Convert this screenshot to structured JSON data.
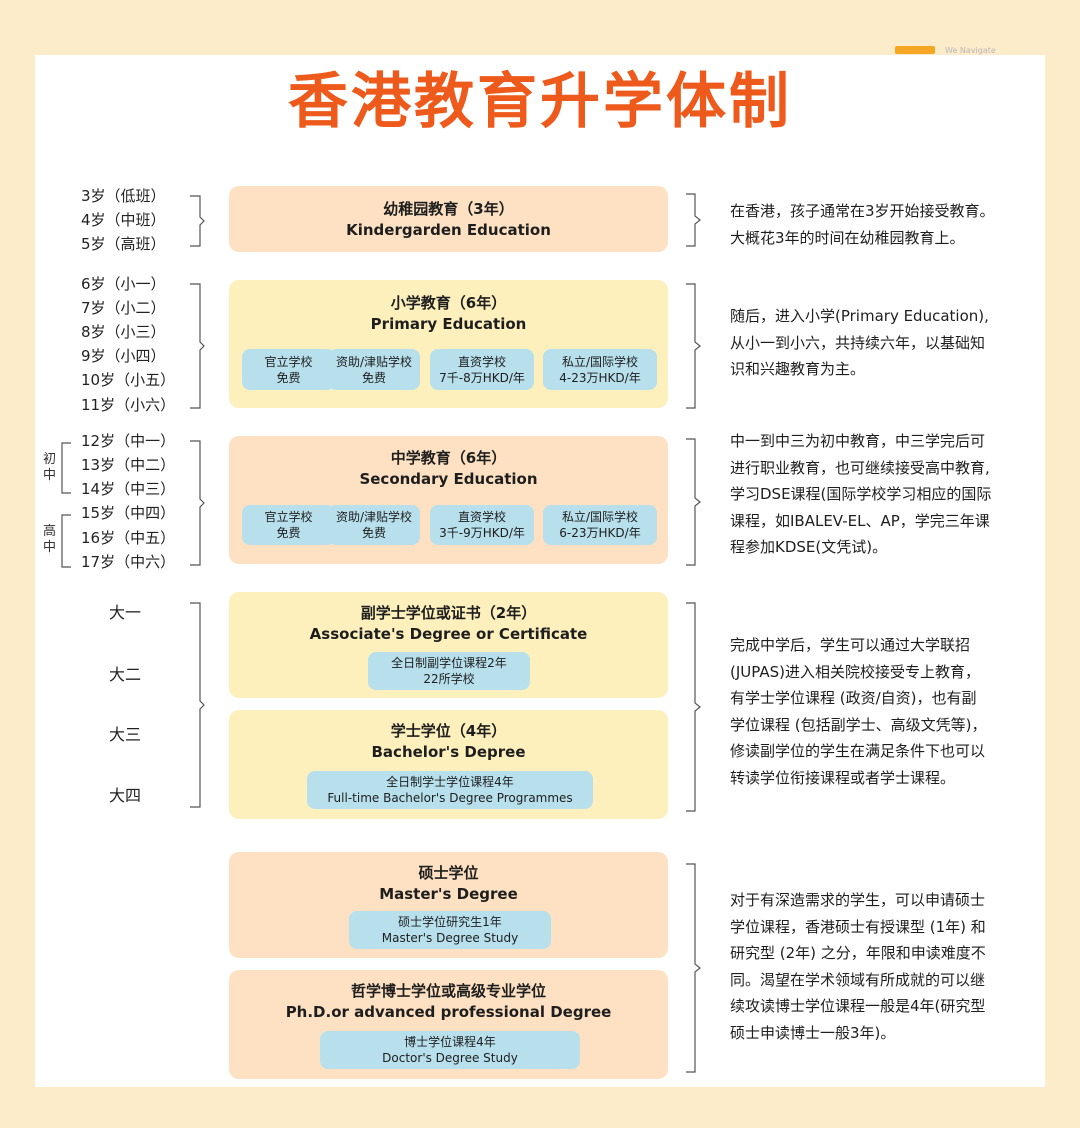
{
  "title": "香港教育升学体制",
  "brand": {
    "tagline": "We Navigate"
  },
  "side_labels": {
    "junior": "初中",
    "senior": "高中"
  },
  "ages": {
    "kindergarten": [
      "3岁（低班）",
      "4岁（中班）",
      "5岁（高班）"
    ],
    "primary": [
      "6岁（小一）",
      "7岁（小二）",
      "8岁（小三）",
      "9岁（小四）",
      "10岁（小五）",
      "11岁（小六）"
    ],
    "secondary": [
      "12岁（中一）",
      "13岁（中二）",
      "14岁（中三）",
      "15岁（中四）",
      "16岁（中五）",
      "17岁（中六）"
    ],
    "university": [
      "大一",
      "大二",
      "大三",
      "大四"
    ]
  },
  "stages": {
    "kindergarten": {
      "cn": "幼稚园教育（3年）",
      "en": "Kindergarden Education"
    },
    "primary": {
      "cn": "小学教育（6年）",
      "en": "Primary Education",
      "chips": [
        {
          "l1": "官立学校",
          "l2": "免费"
        },
        {
          "l1": "资助/津贴学校",
          "l2": "免费"
        },
        {
          "l1": "直资学校",
          "l2": "7千-8万HKD/年"
        },
        {
          "l1": "私立/国际学校",
          "l2": "4-23万HKD/年"
        }
      ]
    },
    "secondary": {
      "cn": "中学教育（6年）",
      "en": "Secondary Education",
      "chips": [
        {
          "l1": "官立学校",
          "l2": "免费"
        },
        {
          "l1": "资助/津贴学校",
          "l2": "免费"
        },
        {
          "l1": "直资学校",
          "l2": "3千-9万HKD/年"
        },
        {
          "l1": "私立/国际学校",
          "l2": "6-23万HKD/年"
        }
      ]
    },
    "associate": {
      "cn": "副学士学位或证书（2年）",
      "en": "Associate's Degree or Certificate",
      "chip": {
        "l1": "全日制副学位课程2年",
        "l2": "22所学校"
      }
    },
    "bachelor": {
      "cn": "学士学位（4年）",
      "en": "Bachelor's Depree",
      "chip": {
        "l1": "全日制学士学位课程4年",
        "l2": "Full-time Bachelor's Degree Programmes"
      }
    },
    "master": {
      "cn": "硕士学位",
      "en": "Master's Degree",
      "chip": {
        "l1": "硕士学位研究生1年",
        "l2": "Master's Degree Study"
      }
    },
    "phd": {
      "cn": "哲学博士学位或高级专业学位",
      "en": "Ph.D.or advanced professional Degree",
      "chip": {
        "l1": "博士学位课程4年",
        "l2": "Doctor's Degree Study"
      }
    }
  },
  "descriptions": {
    "kindergarten": [
      "在香港，孩子通常在3岁开始接受教育。",
      "大概花3年的时间在幼稚园教育上。"
    ],
    "primary": [
      "随后，进入小学(Primary Education),",
      "从小一到小六，共持续六年，以基础知",
      "识和兴趣教育为主。"
    ],
    "secondary": [
      "中一到中三为初中教育，中三学完后可",
      "进行职业教育，也可继续接受高中教育,",
      "学习DSE课程(国际学校学习相应的国际",
      "课程，如IBALEV-EL、AP，学完三年课",
      "程参加KDSE(文凭试)。"
    ],
    "university": [
      "完成中学后，学生可以通过大学联招",
      "(JUPAS)进入相关院校接受专上教育，",
      "有学士学位课程 (政资/自资)，也有副",
      "学位课程 (包括副学士、高级文凭等)，",
      "修读副学位的学生在满足条件下也可以",
      "转读学位衔接课程或者学士课程。"
    ],
    "postgraduate": [
      "对于有深造需求的学生，可以申请硕士",
      "学位课程，香港硕士有授课型 (1年) 和",
      "研究型 (2年) 之分，年限和申读难度不",
      "同。渴望在学术领域有所成就的可以继",
      "续攻读博士学位课程一般是4年(研究型",
      "硕士申读博士一般3年)。"
    ]
  },
  "colors": {
    "background": "#fdecc9",
    "title": "#ee5a1c",
    "peach_box": "#fde1c2",
    "yellow_box": "#fdf0bd",
    "chip": "#b7e0ec"
  }
}
